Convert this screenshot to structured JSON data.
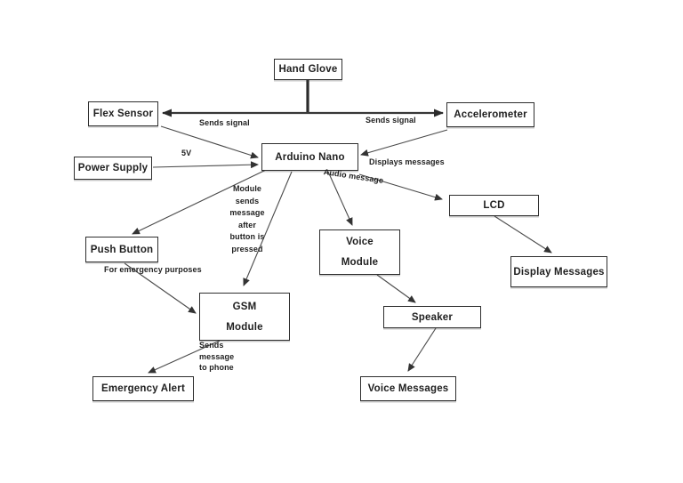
{
  "diagram": {
    "nodes": {
      "hand_glove": {
        "label": "Hand Glove"
      },
      "flex_sensor": {
        "label": "Flex Sensor"
      },
      "accelerometer": {
        "label": "Accelerometer"
      },
      "arduino_nano": {
        "label": "Arduino Nano"
      },
      "power_supply": {
        "label": "Power Supply"
      },
      "lcd": {
        "label": "LCD"
      },
      "push_button": {
        "label": "Push Button"
      },
      "voice_module": {
        "line1": "Voice",
        "line2": "Module"
      },
      "gsm_module": {
        "line1": "GSM",
        "line2": "Module"
      },
      "display_messages": {
        "label": "Display Messages"
      },
      "speaker": {
        "label": "Speaker"
      },
      "emergency_alert": {
        "label": "Emergency Alert"
      },
      "voice_messages": {
        "label": "Voice Messages"
      }
    },
    "edge_labels": {
      "sends_signal_left": "Sends signal",
      "sends_signal_right": "Sends signal",
      "supply_5v": "5V",
      "displays_messages": "Displays messages",
      "audio_message": "Audio message",
      "module_sends_message": "Module sends message after button is pressed",
      "for_emergency_purposes": "For emergency purposes",
      "sends_message_to_phone": "Sends message to phone"
    },
    "colors": {
      "background": "#ffffff",
      "box_border": "#2e2e2e",
      "line": "#4a4a4a",
      "text": "#1f1f1f"
    }
  }
}
